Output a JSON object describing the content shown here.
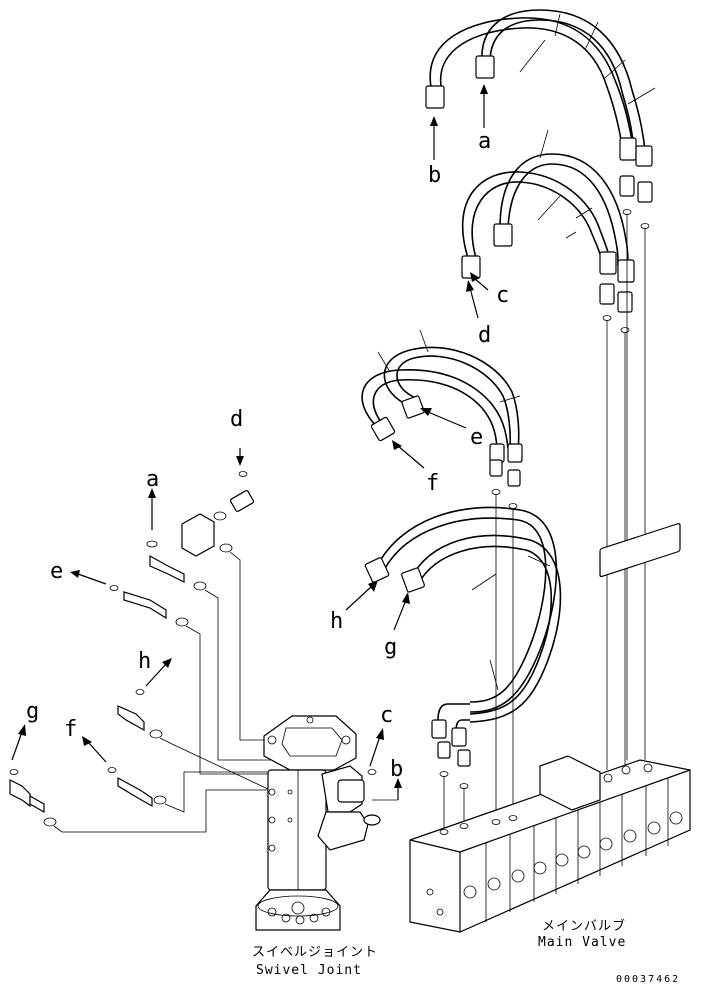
{
  "labels": {
    "a_top": "a",
    "b_top": "b",
    "c_mid": "c",
    "d_mid": "d",
    "e_mid": "e",
    "f_mid": "f",
    "g_mid": "g",
    "h_mid": "h",
    "a_left": "a",
    "d_left": "d",
    "e_left": "e",
    "h_left": "h",
    "g_left": "g",
    "f_left": "f",
    "c_joint": "c",
    "b_joint": "b"
  },
  "captions": {
    "swivel_jp": "スイベルジョイント",
    "swivel_en": "Swivel Joint",
    "valve_jp": "メインバルブ",
    "valve_en": "Main Valve"
  },
  "drawing_code": "00037462"
}
